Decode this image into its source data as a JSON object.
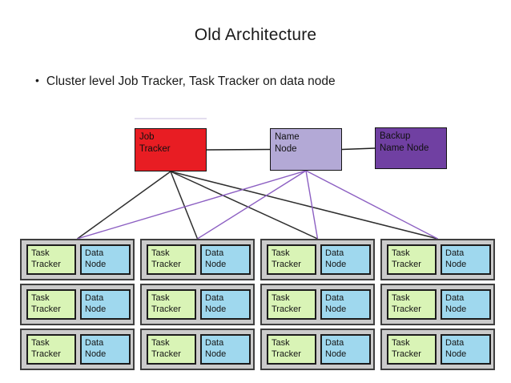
{
  "slide": {
    "title": "Old Architecture",
    "bullet": {
      "marker": "•",
      "text": "Cluster level Job Tracker, Task Tracker on data node"
    }
  },
  "nodes": {
    "job_tracker": {
      "label": "Job\nTracker",
      "fill": "#e81d23"
    },
    "name_node": {
      "label": "Name\nNode",
      "fill": "#b3a9d6"
    },
    "backup_name_node": {
      "label": "Backup\nName Node",
      "fill": "#7040a2"
    }
  },
  "grid": {
    "rows": 3,
    "cols": 4,
    "task_label": "Task\nTracker",
    "data_label": "Data\nNode",
    "task_fill": "#d9f4b6",
    "data_fill": "#9fd8ee",
    "container_fill": "#cbcbcb"
  },
  "edge_colors": {
    "black": "#2e2e2e",
    "purple": "#8c5fc2"
  },
  "edges": [
    {
      "from": "job-tracker",
      "to": "name-node",
      "mode": "side",
      "color": "#1f1f1f",
      "w": 1.6
    },
    {
      "from": "name-node",
      "to": "backup-name-node",
      "mode": "side",
      "color": "#1f1f1f",
      "w": 1.6
    },
    {
      "from": "job-tracker",
      "to": "group-r0c0",
      "mode": "fan",
      "color": "#2e2e2e",
      "w": 1.5
    },
    {
      "from": "job-tracker",
      "to": "group-r0c1",
      "mode": "fan",
      "color": "#2e2e2e",
      "w": 1.5
    },
    {
      "from": "job-tracker",
      "to": "group-r0c2",
      "mode": "fan",
      "color": "#2e2e2e",
      "w": 1.5
    },
    {
      "from": "job-tracker",
      "to": "group-r0c3",
      "mode": "fan",
      "color": "#2e2e2e",
      "w": 1.5
    },
    {
      "from": "name-node",
      "to": "group-r0c0",
      "mode": "fan",
      "color": "#8c5fc2",
      "w": 1.4
    },
    {
      "from": "name-node",
      "to": "group-r0c1",
      "mode": "fan",
      "color": "#8c5fc2",
      "w": 1.4
    },
    {
      "from": "name-node",
      "to": "group-r0c2",
      "mode": "fan",
      "color": "#8c5fc2",
      "w": 1.4
    },
    {
      "from": "name-node",
      "to": "group-r0c3",
      "mode": "fan",
      "color": "#8c5fc2",
      "w": 1.4
    }
  ]
}
